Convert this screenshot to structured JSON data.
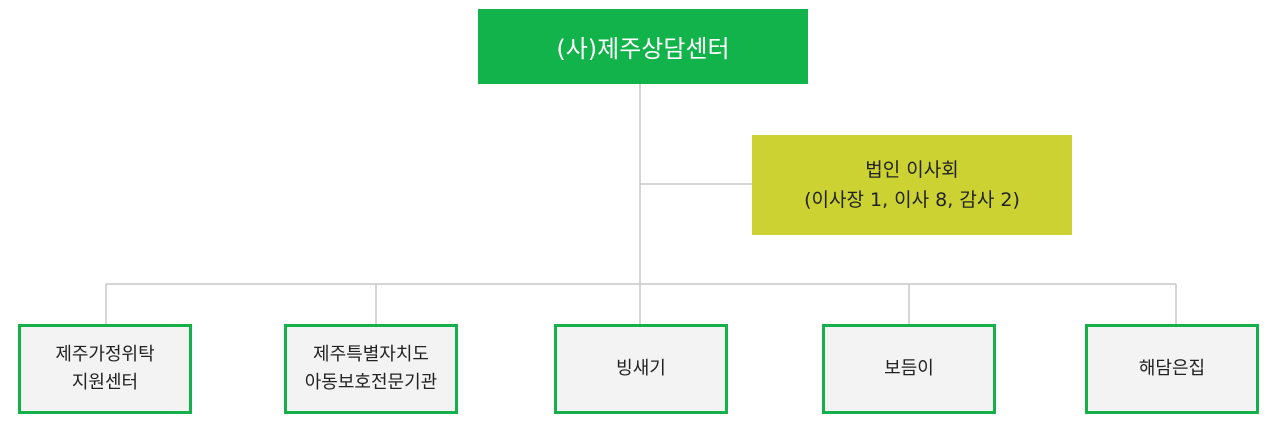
{
  "org_chart": {
    "root": {
      "label": "(사)제주상담센터",
      "color": "#12b34a"
    },
    "board": {
      "label": "법인 이사회\n(이사장 1, 이사 8, 감사 2)",
      "color": "#cbd232"
    },
    "children": [
      {
        "label": "제주가정위탁\n지원센터"
      },
      {
        "label": "제주특별자치도\n아동보호전문기관"
      },
      {
        "label": "빙새기"
      },
      {
        "label": "보듬이"
      },
      {
        "label": "해담은집"
      }
    ],
    "child_border_color": "#16b04a",
    "line_color": "#c8c8c8"
  }
}
